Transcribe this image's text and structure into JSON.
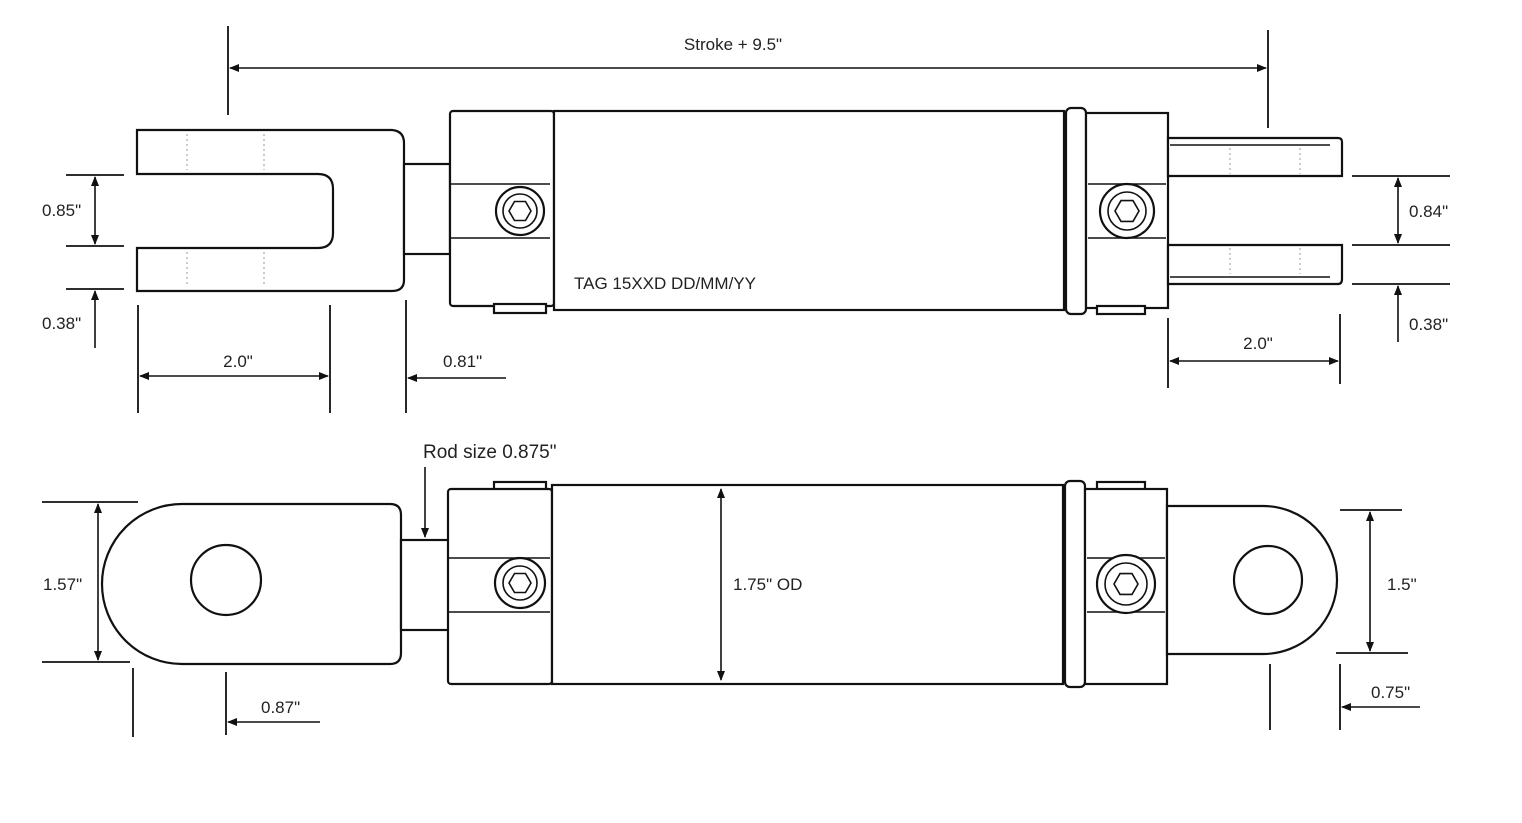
{
  "top_view": {
    "stroke_label": "Stroke + 9.5\"",
    "tag_label": "TAG 15XXD DD/MM/YY",
    "left_slot_label": "0.85\"",
    "left_tine_label": "0.38\"",
    "left_clevis_length_label": "2.0\"",
    "rod_length_label": "0.81\"",
    "right_slot_label": "0.84\"",
    "right_tine_label": "0.38\"",
    "right_clevis_length_label": "2.0\""
  },
  "bottom_view": {
    "rod_size_label": "Rod size 0.875\"",
    "left_eye_height_label": "1.57\"",
    "left_eye_offset_label": "0.87\"",
    "od_label": "1.75\" OD",
    "right_eye_height_label": "1.5\"",
    "right_eye_offset_label": "0.75\""
  }
}
